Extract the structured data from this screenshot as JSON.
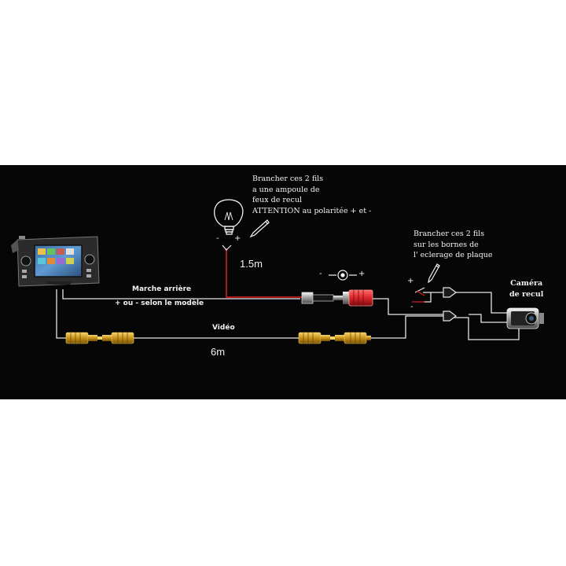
{
  "notes": {
    "lamp": {
      "line1": "Brancher ces 2 fils",
      "line2": "a une ampoule de",
      "line3": "feux de recul",
      "line4": "ATTENTION au polaritée + et -"
    },
    "plate": {
      "line1": "Brancher ces 2 fils",
      "line2": "sur les bornes de",
      "line3": "l'  eclerage de plaque"
    },
    "camera": {
      "line1": "Caméra",
      "line2": "de recul"
    }
  },
  "labels": {
    "reverse": "Marche arrière",
    "reverse_note": "+ ou - selon le modèle",
    "video": "Vidéo",
    "len_video": "6m",
    "len_power": "1.5m"
  },
  "signs": {
    "minus": "-",
    "plus": "+"
  },
  "icons": [
    "light-bulb-icon",
    "pencil-icon",
    "dc-jack-icon",
    "rca-plug-icon",
    "car-radio-unit",
    "rear-camera-icon"
  ],
  "colors": {
    "background": "#060606",
    "cable": "#e6e6e6",
    "power_wire": "#d81e1e",
    "video_connector": "#d6a21a",
    "power_connector": "#d8262a",
    "text": "#f2f2f2"
  }
}
